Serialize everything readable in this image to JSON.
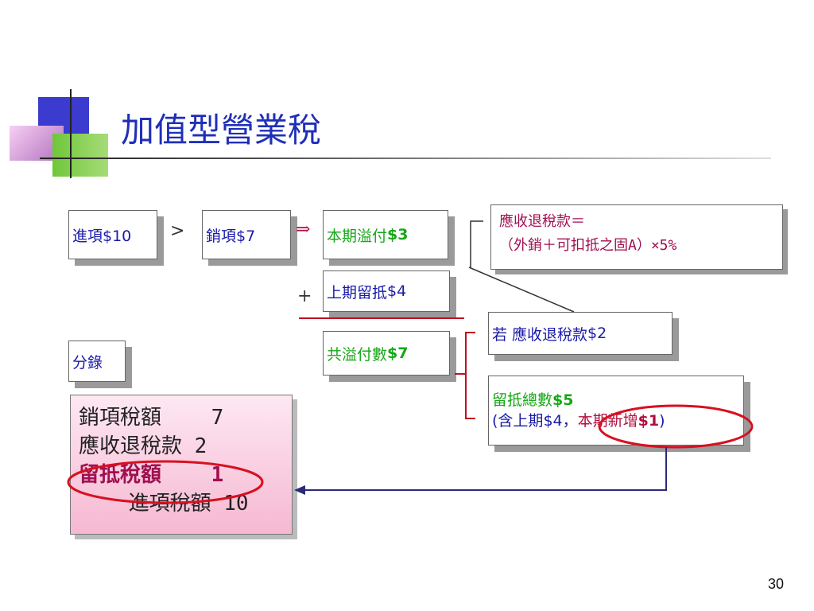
{
  "slide": {
    "title": "加值型營業稅",
    "page_number": "30"
  },
  "flow": {
    "input_box": "進項$10",
    "gt_symbol": ">",
    "output_box": "銷項$7",
    "arrow": "⇒",
    "current_payable": {
      "label": "本期溢付",
      "amount": "$3"
    },
    "plus_symbol": "+",
    "prev_retained": {
      "label": "上期留抵",
      "amount": "$4"
    },
    "total_payable": {
      "label": "共溢付數",
      "amount": "$7"
    },
    "entries_label": "分錄"
  },
  "note": {
    "line1": "應收退稅款＝",
    "line2": "（外銷＋可扣抵之固A）×5%"
  },
  "refund_box": {
    "prefix": "若 應收退稅款",
    "amount": "$2"
  },
  "retained_box": {
    "label": "留抵總數",
    "amount": "$5",
    "paren_open": "(",
    "prev_label": "含上期",
    "prev_amount": "$4",
    "comma": "，",
    "new_label": "本期新增",
    "new_amount": "$1",
    "paren_close": ")"
  },
  "journal": {
    "rows": [
      "銷項稅額    7",
      "應收退稅款 2",
      "留抵稅額    1",
      "    進項稅額 10"
    ]
  },
  "colors": {
    "title": "#1f2fb8",
    "green_amount": "#16a816",
    "highlight_circle": "#d81020",
    "connector": "#2a2a7a"
  }
}
